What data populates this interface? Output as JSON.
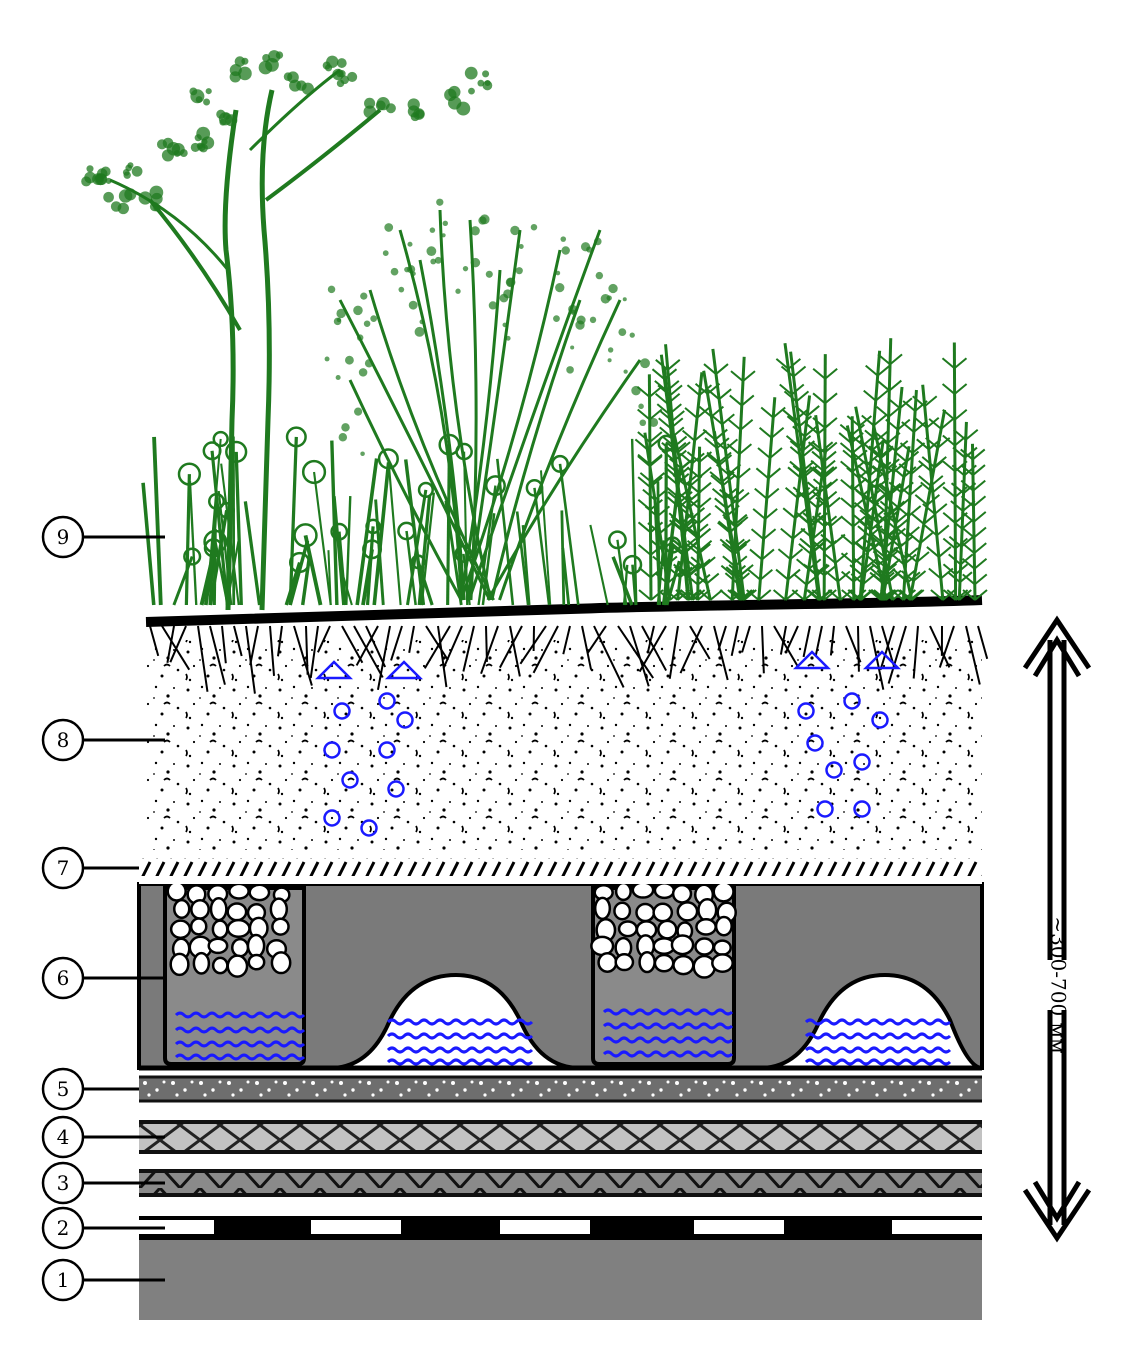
{
  "layers": [
    {
      "number": "1"
    },
    {
      "number": "2"
    },
    {
      "number": "3"
    },
    {
      "number": "4"
    },
    {
      "number": "5"
    },
    {
      "number": "6"
    },
    {
      "number": "7"
    },
    {
      "number": "8"
    },
    {
      "number": "9"
    }
  ],
  "dimension": {
    "label": "~300-700 мм"
  },
  "colors": {
    "vegetation": "#1f7a1f",
    "water": "#1a1aff",
    "slab": "#808080",
    "drain": "#7a7a7a",
    "ink": "#000000"
  }
}
